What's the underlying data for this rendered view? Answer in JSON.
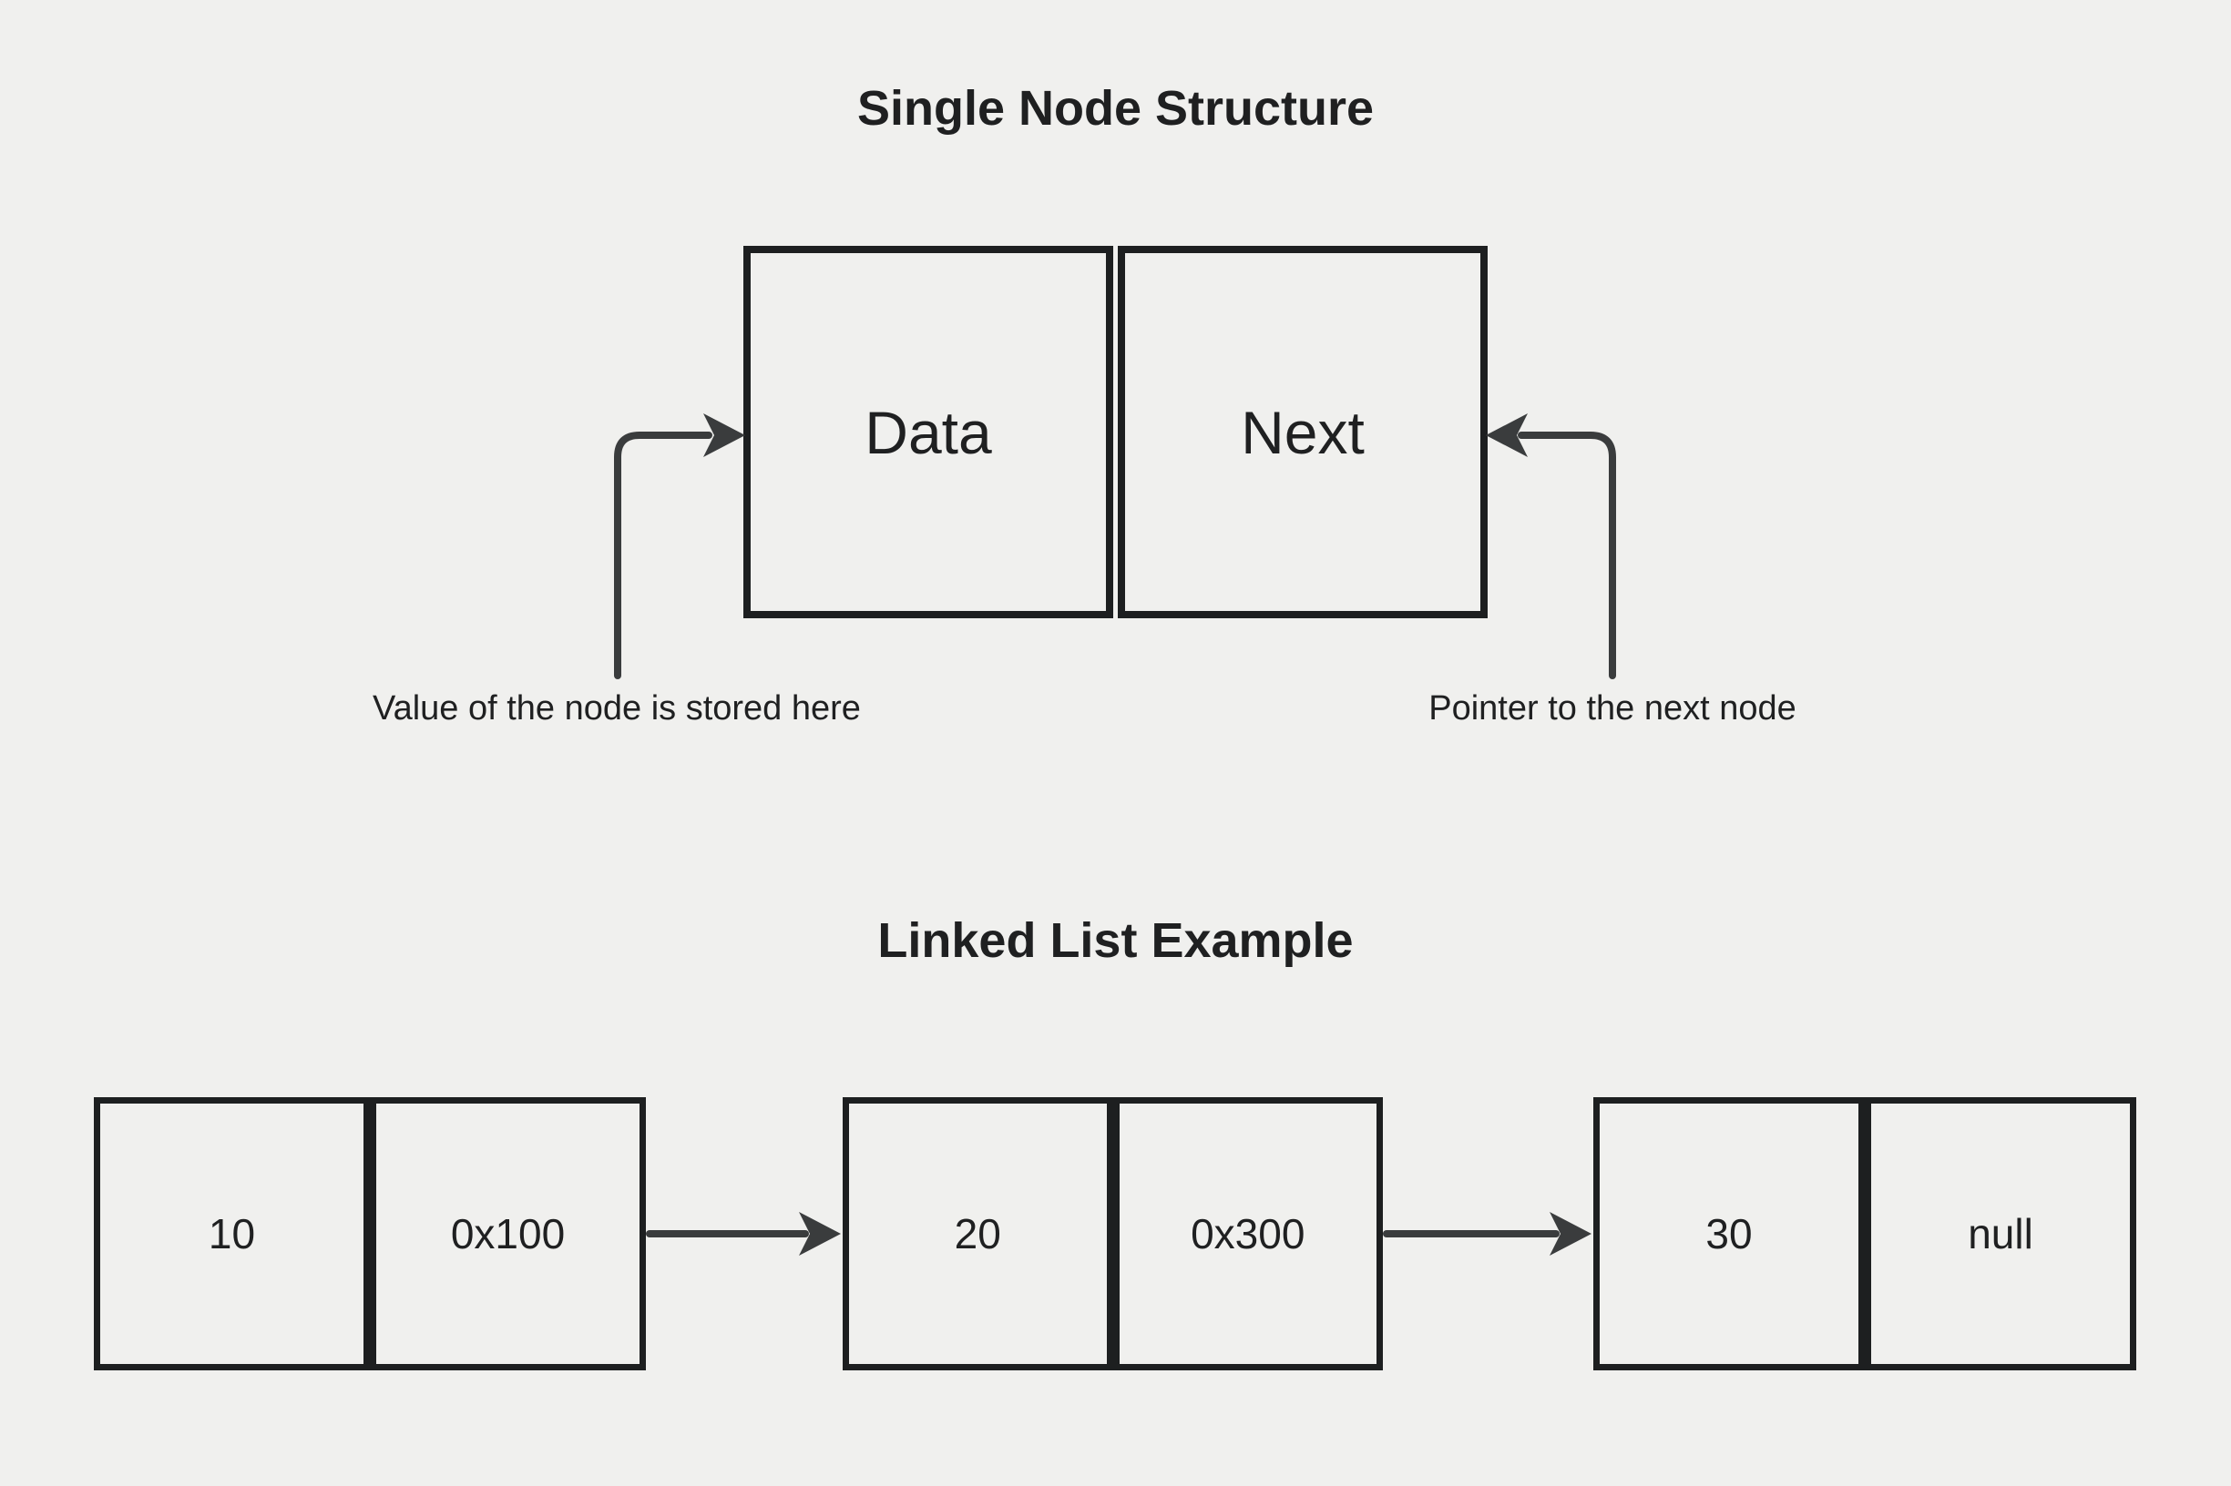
{
  "diagram": {
    "background_color": "#f0f0ee",
    "line_color": "#3a3c3d",
    "border_color": "#1d1f20",
    "text_color": "#1f2021",
    "single_node_section": {
      "title": "Single Node Structure",
      "node": {
        "data_label": "Data",
        "next_label": "Next"
      },
      "left_annotation": "Value of the node is stored here",
      "right_annotation": "Pointer to the next node"
    },
    "linked_list_section": {
      "title": "Linked List Example",
      "nodes": [
        {
          "value": "10",
          "pointer": "0x100"
        },
        {
          "value": "20",
          "pointer": "0x300"
        },
        {
          "value": "30",
          "pointer": "null"
        }
      ]
    }
  }
}
